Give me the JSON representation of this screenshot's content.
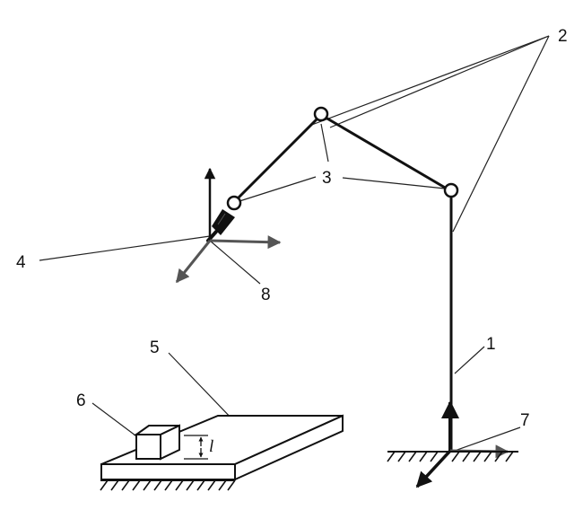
{
  "labels": {
    "l1": "1",
    "l2": "2",
    "l3": "3",
    "l4": "4",
    "l5": "5",
    "l6": "6",
    "l7": "7",
    "l8": "8",
    "height": "l"
  }
}
